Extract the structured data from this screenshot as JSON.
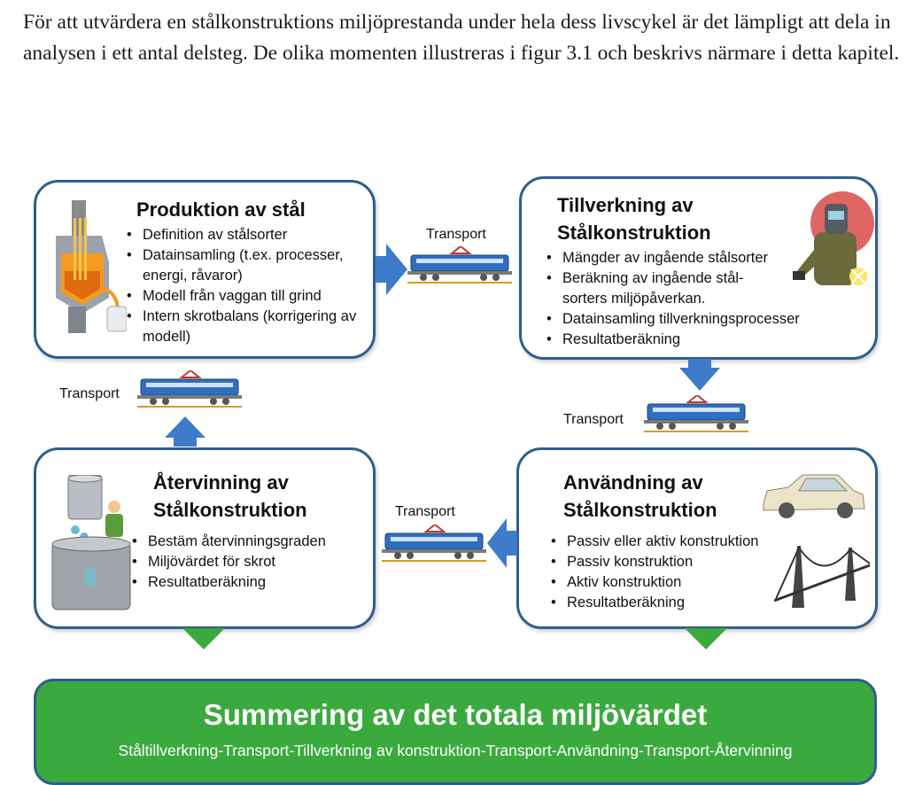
{
  "intro_text": "För att utvärdera en stålkonstruktions miljöprestanda under hela dess livscykel är det lämpligt att dela in analysen i ett antal delsteg. De olika momenten illustreras i figur 3.1 och beskrivs närmare i detta kapitel.",
  "boxes": {
    "produktion": {
      "title": "Produktion av stål",
      "items": [
        "Definition av stålsorter",
        "Datainsamling (t.ex. processer, energi, råvaror)",
        "Modell från vaggan till grind",
        "Intern skrotbalans  (korrigering av modell)"
      ]
    },
    "tillverkning": {
      "title_line1": "Tillverkning av",
      "title_line2": "Stålkonstruktion",
      "items": [
        "Mängder av ingående stålsorter",
        "Beräkning av ingående stål-sorters miljöpåverkan.",
        "Datainsamling tillverkningsprocesser",
        "Resultatberäkning"
      ]
    },
    "atervinning": {
      "title_line1": "Återvinning av",
      "title_line2": "Stålkonstruktion",
      "items": [
        "Bestäm återvinningsgraden",
        "Miljövärdet för skrot",
        "Resultatberäkning"
      ]
    },
    "anvandning": {
      "title_line1": "Användning av",
      "title_line2": "Stålkonstruktion",
      "items": [
        "Passiv eller aktiv konstruktion",
        "Passiv konstruktion",
        "Aktiv konstruktion",
        "Resultatberäkning"
      ]
    }
  },
  "transport_label": "Transport",
  "summary": {
    "title": "Summering av det totala miljövärdet",
    "subtitle": "Ståltillverkning-Transport-Tillverkning av konstruktion-Transport-Användning-Transport-Återvinning"
  },
  "colors": {
    "box_border": "#2f5d8f",
    "arrow_blue": "#3d7cc9",
    "arrow_green": "#3aaa3e",
    "summary_bg": "#3aaa3e"
  }
}
